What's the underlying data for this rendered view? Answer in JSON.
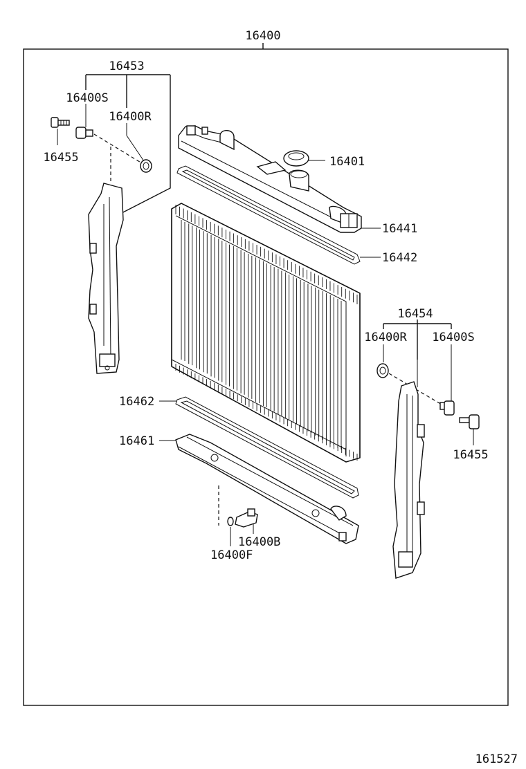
{
  "diagram": {
    "assembly_label": "16400",
    "figure_number": "161527",
    "labels": {
      "bracket_left_group": "16453",
      "stay_left_16400s": "16400S",
      "cushion_left_16400r": "16400R",
      "bolt_left": "16455",
      "cap": "16401",
      "upper_tank": "16441",
      "upper_gasket": "16442",
      "bracket_right_group": "16454",
      "cushion_right_16400r": "16400R",
      "stay_right_16400s": "16400S",
      "bolt_right": "16455",
      "lower_gasket": "16462",
      "lower_tank": "16461",
      "drain_cock": "16400B",
      "drain_oring": "16400F"
    }
  }
}
